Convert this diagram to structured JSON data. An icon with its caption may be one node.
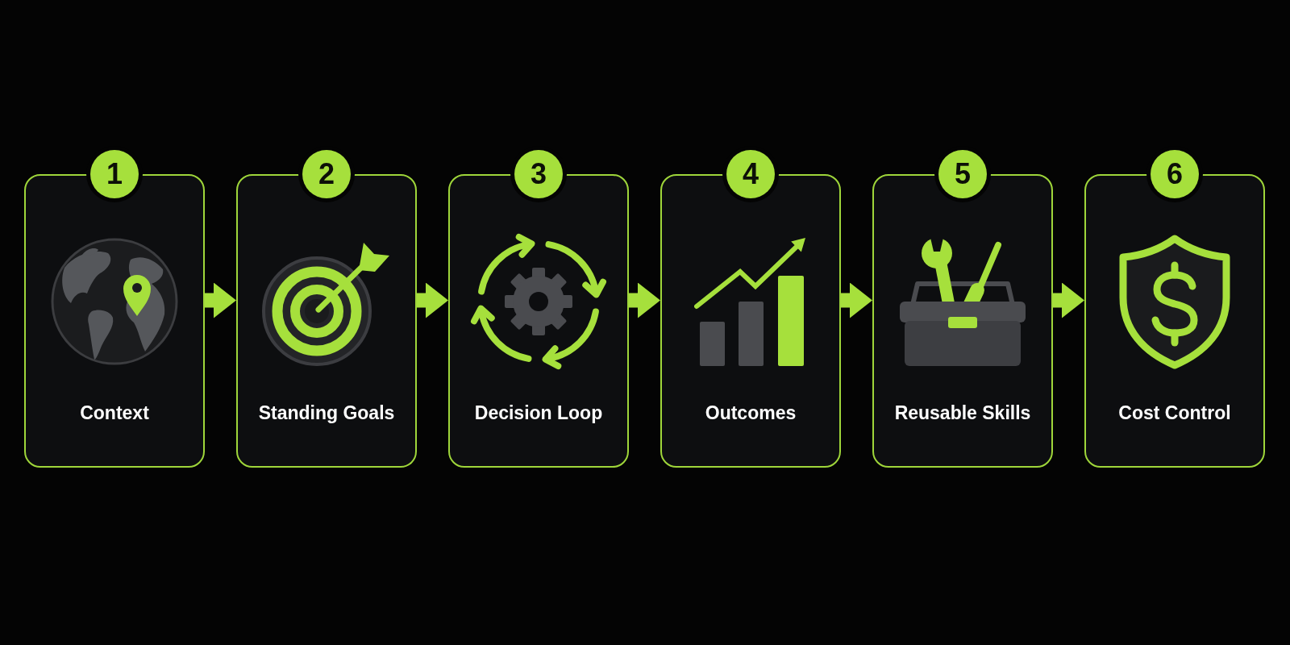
{
  "diagram": {
    "nodes": [
      {
        "text": [
          "1"
        ]
      },
      {
        "text": [
          "Context"
        ]
      },
      {
        "text": [
          "2"
        ]
      },
      {
        "text": [
          "Standing Goals"
        ]
      },
      {
        "text": [
          "3"
        ]
      },
      {
        "text": [
          "Decision Loop"
        ]
      },
      {
        "text": [
          "4"
        ]
      },
      {
        "text": [
          "Outcomes"
        ]
      },
      {
        "text": [
          "5"
        ]
      },
      {
        "text": [
          "Reusable Skills"
        ]
      },
      {
        "text": [
          "6"
        ]
      },
      {
        "text": [
          "Cost Control"
        ]
      }
    ],
    "edges": [
      {
        "from": 1,
        "to": 3,
        "arrow": "to"
      },
      {
        "from": 3,
        "to": 5,
        "arrow": "to"
      },
      {
        "from": 5,
        "to": 7,
        "arrow": "to"
      },
      {
        "from": 7,
        "to": 9,
        "arrow": "to"
      },
      {
        "from": 9,
        "to": 11,
        "arrow": "to"
      }
    ]
  }
}
